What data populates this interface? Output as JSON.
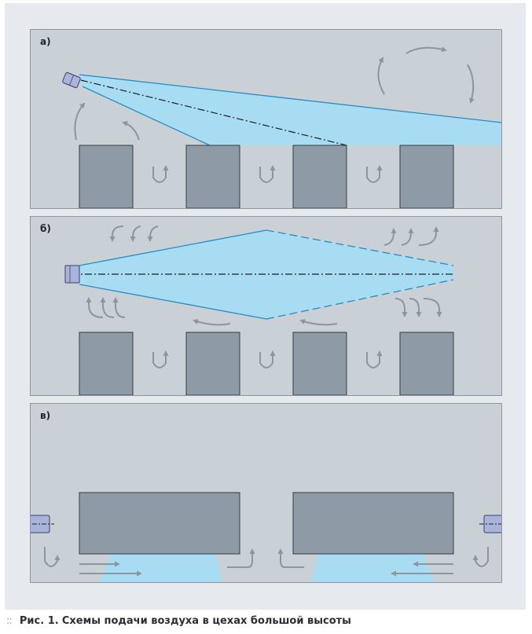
{
  "panels": {
    "a": {
      "label": "а)"
    },
    "b": {
      "label": "б)"
    },
    "v": {
      "label": "в)"
    }
  },
  "caption": {
    "marker": "::",
    "figure_ref": "Рис. 1.",
    "text": "Схемы подачи воздуха в цехах большой высоты"
  },
  "colors": {
    "panel_bg": "#c9d0d6",
    "block_fill": "#8e9ba7",
    "jet_fill": "#a8dcf3",
    "jet_stroke": "#2a8bc4",
    "arrow": "#8d959d",
    "nozzle_fill": "#aab4db"
  }
}
